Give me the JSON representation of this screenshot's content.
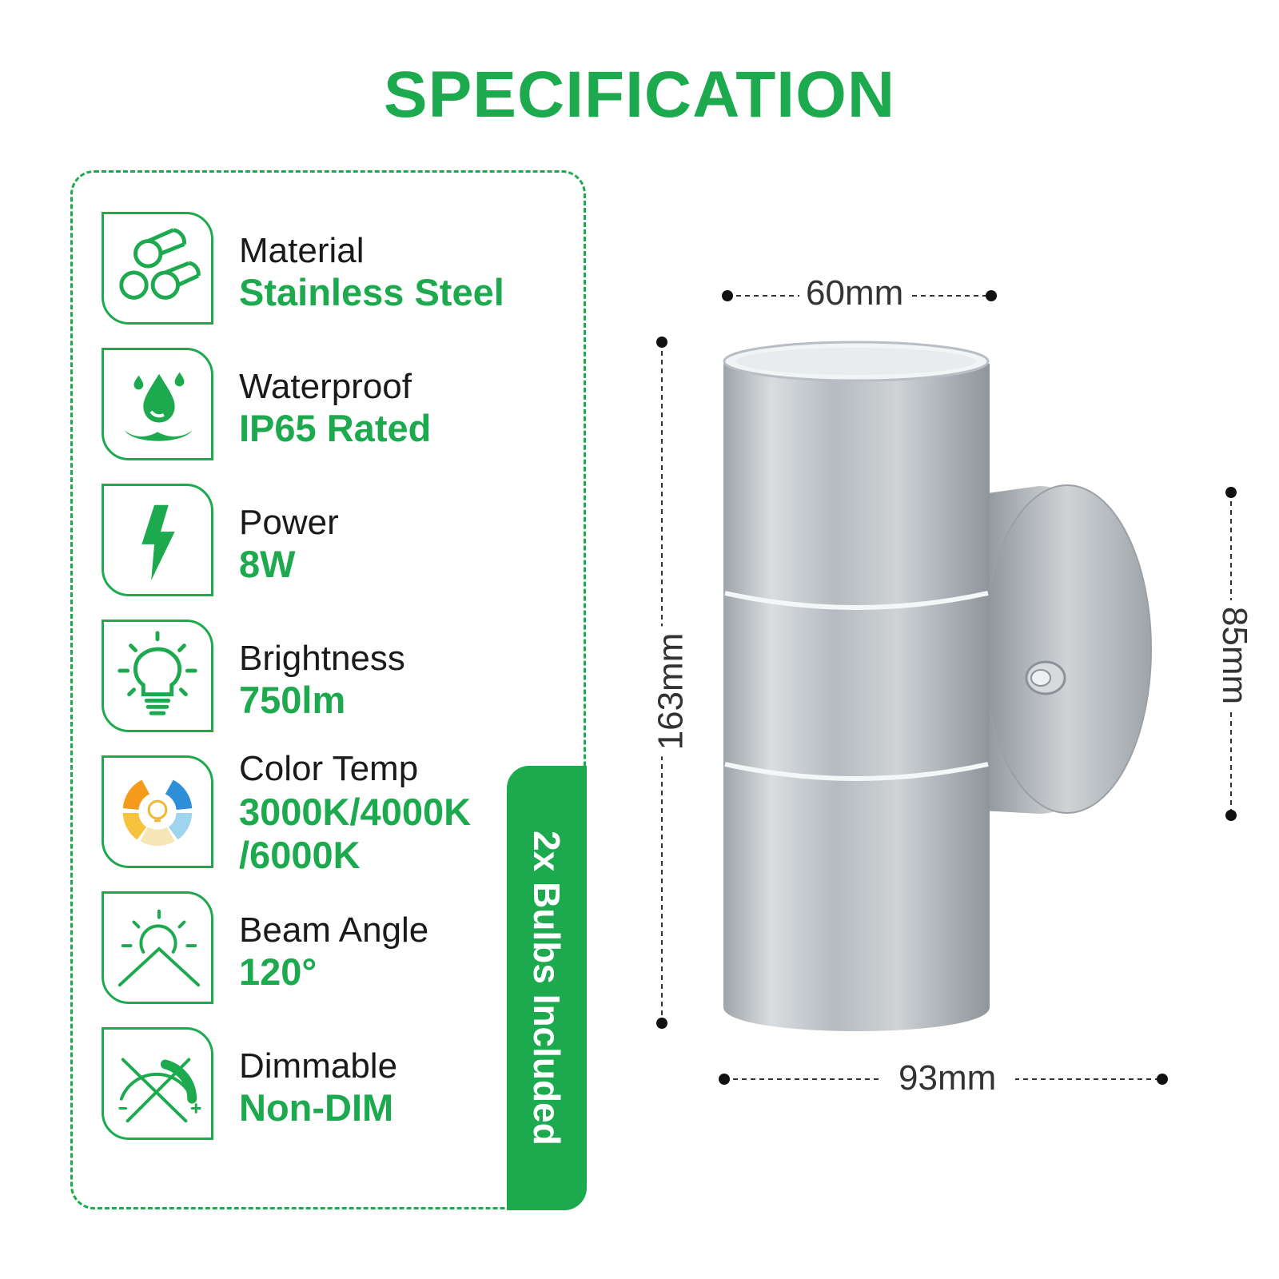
{
  "title": "SPECIFICATION",
  "colors": {
    "accent": "#1daa4f",
    "text": "#1a1a1a",
    "steel": "#b8bec4"
  },
  "specs": [
    {
      "icon": "steel-pipes-icon",
      "label": "Material",
      "value": "Stainless Steel"
    },
    {
      "icon": "water-drop-icon",
      "label": "Waterproof",
      "value": "IP65 Rated"
    },
    {
      "icon": "lightning-bolt-icon",
      "label": "Power",
      "value": "8W"
    },
    {
      "icon": "light-bulb-icon",
      "label": "Brightness",
      "value": "750lm"
    },
    {
      "icon": "color-wheel-icon",
      "label": "Color Temp",
      "value": "3000K/4000K /6000K"
    },
    {
      "icon": "sun-angle-icon",
      "label": "Beam Angle",
      "value": "120°"
    },
    {
      "icon": "dimmer-dial-icon",
      "label": "Dimmable",
      "value": "Non-DIM"
    }
  ],
  "bulbs_note": "2x Bulbs Included",
  "dimensions": {
    "top_width": "60mm",
    "height": "163mm",
    "depth_height": "85mm",
    "total_width": "93mm"
  }
}
